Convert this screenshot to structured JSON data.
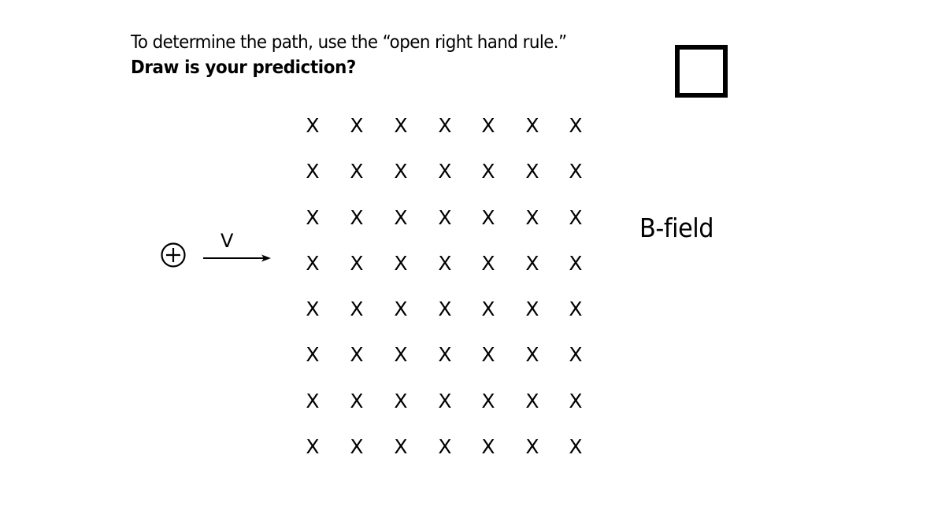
{
  "instructions": {
    "line1": "To determine the path, use the “open right hand rule.”",
    "line2": "Draw is your prediction?"
  },
  "answer_box": {
    "label": ""
  },
  "particle": {
    "charge_symbol": "+",
    "charge_icon": "positive-charge-icon",
    "velocity_label": "V",
    "arrow_icon": "arrow-right-icon"
  },
  "field": {
    "label": "B-field",
    "symbol": "X",
    "rows": 8,
    "cols": 7,
    "col_x": [
      397,
      453,
      509,
      565,
      620,
      676,
      731
    ],
    "row_y": [
      160,
      218,
      277,
      335,
      393,
      451,
      510,
      568
    ]
  }
}
